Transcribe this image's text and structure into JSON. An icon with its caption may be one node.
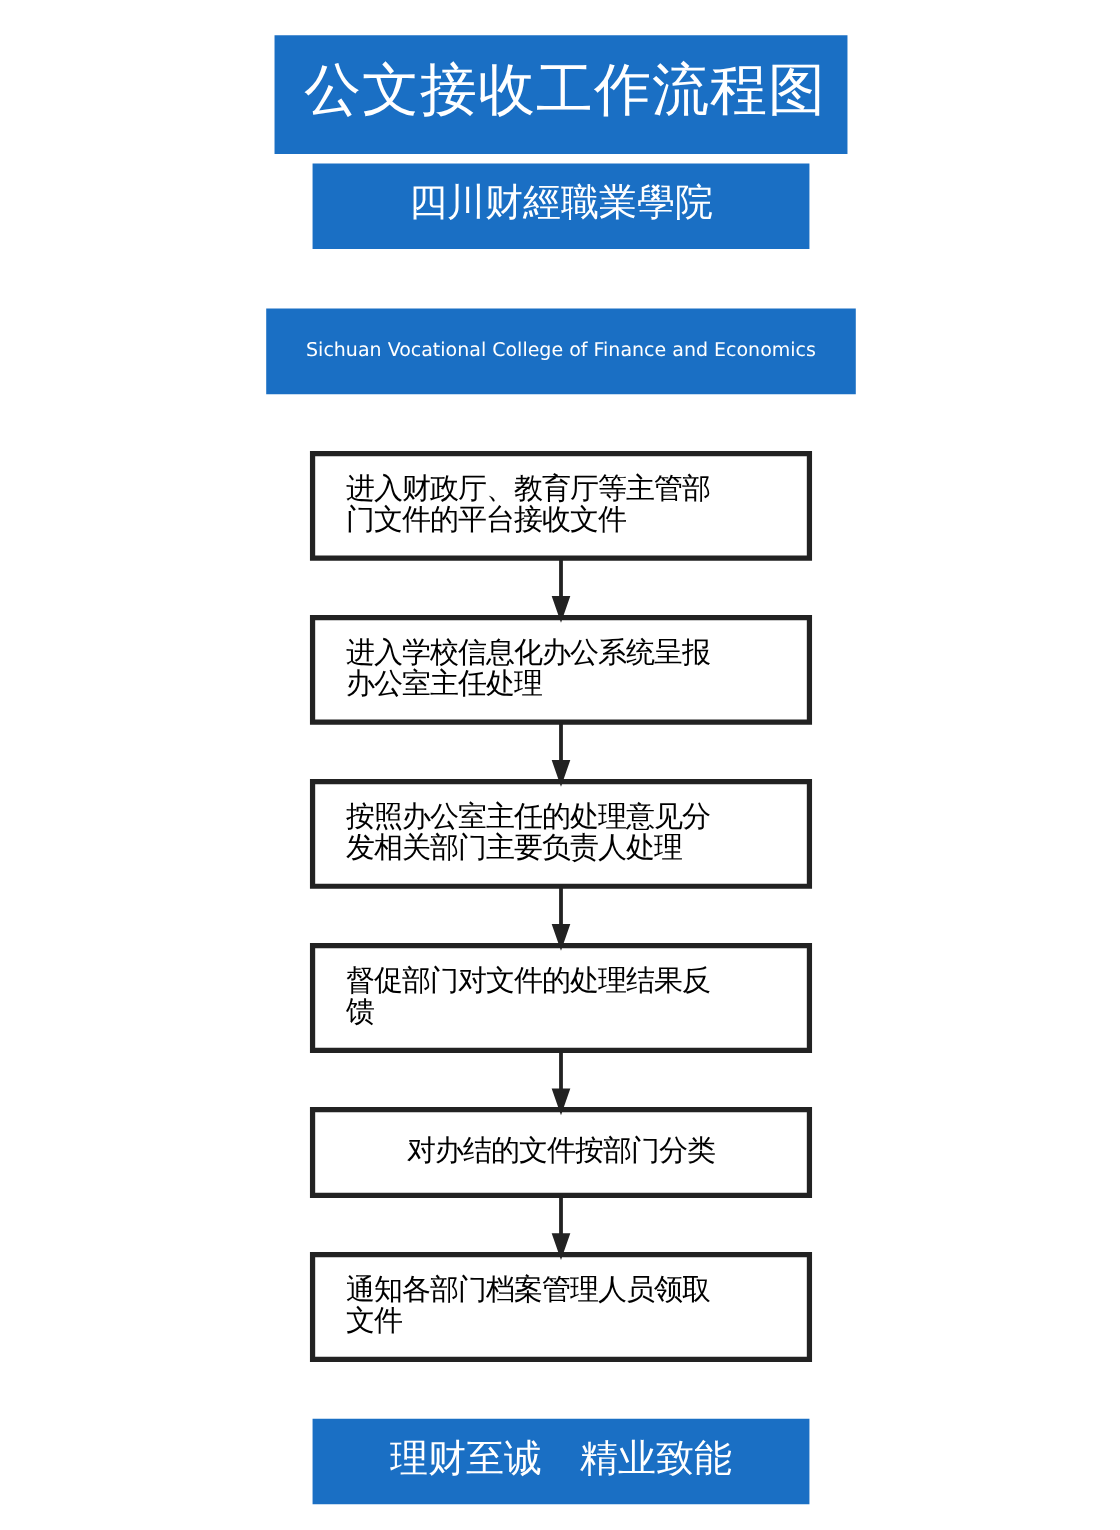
{
  "diagram": {
    "title": "公文接收工作流程图",
    "nodes": [
      {
        "text": [
          "进入财政厅、教育厅等主管部门文件的平台接收文件"
        ]
      },
      {
        "text": [
          "进入学校信息化办公系统呈报办公室主任处理"
        ]
      },
      {
        "text": [
          "按照办公室主任的处理意见分发相关部门主要负责人处理"
        ]
      },
      {
        "text": [
          "督促部门对文件的处理结果反馈"
        ]
      },
      {
        "text": [
          "对办结的文件按部门分类"
        ]
      },
      {
        "text": [
          "通知各部门档案管理人员领取文件"
        ]
      }
    ],
    "edges": [
      {
        "from": 0,
        "to": 1,
        "arrow": "to"
      },
      {
        "from": 1,
        "to": 2,
        "arrow": "to"
      },
      {
        "from": 2,
        "to": 3,
        "arrow": "to"
      },
      {
        "from": 3,
        "to": 4,
        "arrow": "to"
      },
      {
        "from": 4,
        "to": 5,
        "arrow": "to"
      }
    ],
    "labels": [
      "四川财經職業學院",
      "Sichuan Vocational College of Finance and Economics",
      "理财至诚　精业致能"
    ]
  }
}
